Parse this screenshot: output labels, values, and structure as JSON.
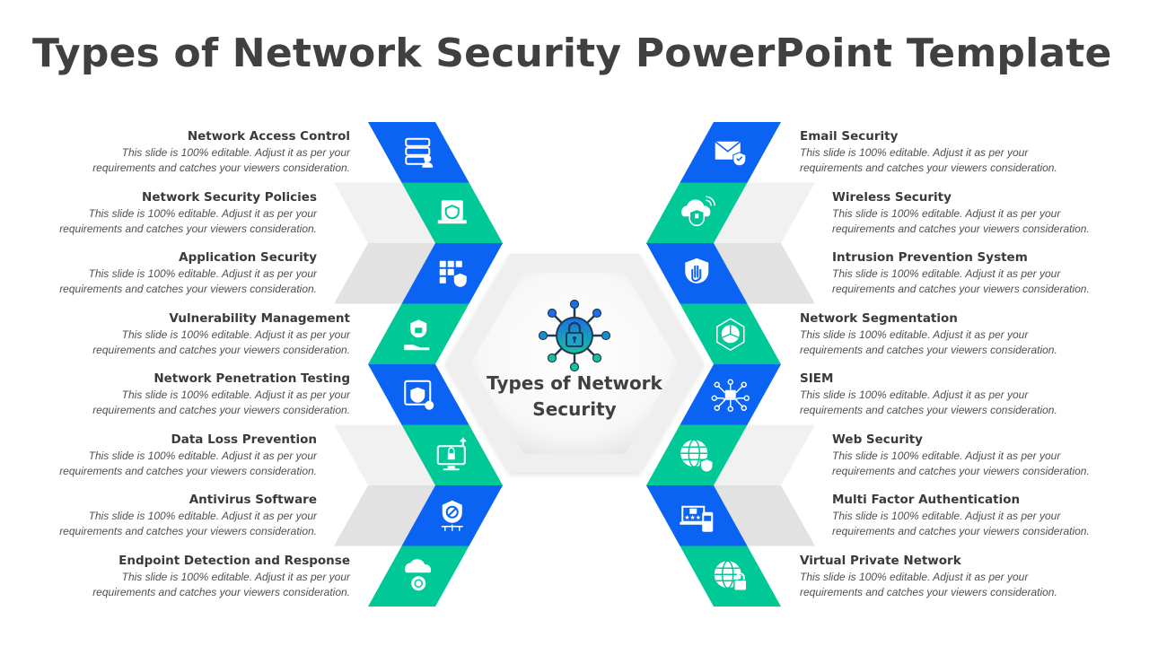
{
  "title": "Types of Network Security PowerPoint Template",
  "colors": {
    "blue": "#0A63F3",
    "green": "#00C896",
    "gray_light": "#F1F1F1",
    "gray_dark": "#E2E2E2",
    "text": "#404040"
  },
  "center": {
    "label_line1": "Types of Network",
    "label_line2": "Security",
    "icon": "network-lock-icon"
  },
  "left_items": [
    {
      "title": "Network Access Control",
      "desc1": "This slide is 100% editable. Adjust it as per your",
      "desc2": "requirements and catches your viewers consideration.",
      "icon": "server-user-icon",
      "color": "blue"
    },
    {
      "title": "Network Security Policies",
      "desc1": "This slide is 100% editable. Adjust it as per your",
      "desc2": "requirements and catches your viewers consideration.",
      "icon": "laptop-folder-shield-icon",
      "color": "green"
    },
    {
      "title": "Application Security",
      "desc1": "This slide is 100% editable. Adjust it as per your",
      "desc2": "requirements and catches your viewers consideration.",
      "icon": "app-grid-shield-icon",
      "color": "blue"
    },
    {
      "title": "Vulnerability Management",
      "desc1": "This slide is 100% editable. Adjust it as per your",
      "desc2": "requirements and catches your viewers consideration.",
      "icon": "hand-shield-lock-icon",
      "color": "green"
    },
    {
      "title": "Network Penetration Testing",
      "desc1": "This slide is 100% editable. Adjust it as per your",
      "desc2": "requirements and catches your viewers consideration.",
      "icon": "browser-bug-shield-icon",
      "color": "blue"
    },
    {
      "title": "Data Loss Prevention",
      "desc1": "This slide is 100% editable. Adjust it as per your",
      "desc2": "requirements and catches your viewers consideration.",
      "icon": "monitor-cloud-lock-icon",
      "color": "green"
    },
    {
      "title": "Antivirus Software",
      "desc1": "This slide is 100% editable. Adjust it as per your",
      "desc2": "requirements and catches your viewers consideration.",
      "icon": "shield-circuit-icon",
      "color": "blue"
    },
    {
      "title": "Endpoint Detection and Response",
      "desc1": "This slide is 100% editable. Adjust it as per your",
      "desc2": "requirements and catches your viewers consideration.",
      "icon": "cloud-gear-icon",
      "color": "green"
    }
  ],
  "right_items": [
    {
      "title": "Email Security",
      "desc1": "This slide is 100% editable. Adjust it as per your",
      "desc2": "requirements and catches your viewers consideration.",
      "icon": "envelope-shield-icon",
      "color": "blue"
    },
    {
      "title": "Wireless Security",
      "desc1": "This slide is 100% editable. Adjust it as per your",
      "desc2": "requirements and catches your viewers consideration.",
      "icon": "cloud-wifi-shield-icon",
      "color": "green"
    },
    {
      "title": "Intrusion Prevention System",
      "desc1": "This slide is 100% editable. Adjust it as per your",
      "desc2": "requirements and catches your viewers consideration.",
      "icon": "shield-hand-icon",
      "color": "blue"
    },
    {
      "title": "Network Segmentation",
      "desc1": "This slide is 100% editable. Adjust it as per your",
      "desc2": "requirements and catches your viewers consideration.",
      "icon": "segment-network-icon",
      "color": "green"
    },
    {
      "title": "SIEM",
      "desc1": "This slide is 100% editable. Adjust it as per your",
      "desc2": "requirements and catches your viewers consideration.",
      "icon": "laptop-network-icon",
      "color": "blue"
    },
    {
      "title": "Web Security",
      "desc1": "This slide is 100% editable. Adjust it as per your",
      "desc2": "requirements and catches your viewers consideration.",
      "icon": "globe-shield-icon",
      "color": "green"
    },
    {
      "title": "Multi Factor Authentication",
      "desc1": "This slide is 100% editable. Adjust it as per your",
      "desc2": "requirements and catches your viewers consideration.",
      "icon": "laptop-phone-lock-icon",
      "color": "blue"
    },
    {
      "title": "Virtual Private Network",
      "desc1": "This slide is 100% editable. Adjust it as per your",
      "desc2": "requirements and catches your viewers consideration.",
      "icon": "globe-lock-icon",
      "color": "green"
    }
  ]
}
